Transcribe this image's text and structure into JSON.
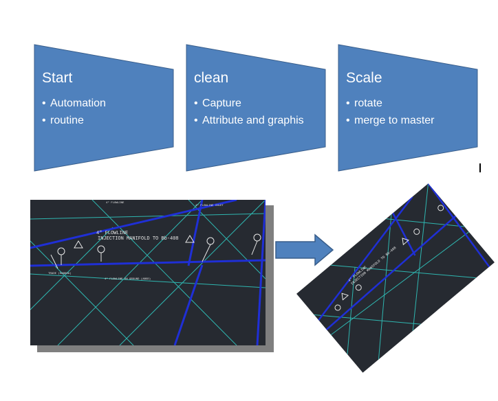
{
  "steps": [
    {
      "title": "Start",
      "items": [
        "Automation",
        "routine"
      ]
    },
    {
      "title": "clean",
      "items": [
        "Capture",
        "Attribute and graphis"
      ]
    },
    {
      "title": "Scale",
      "items": [
        "rotate",
        "merge to master"
      ]
    }
  ],
  "drawing": {
    "label_line1": "4\" FLOWLINE",
    "label_line2": "INJECTION MANIFOLD TO Bb-408",
    "top_label_1": "4\" FLOWLINE",
    "top_label_2": "4\" FLOWLINE INLET",
    "ground_label": "4\" FLOWLINE ON GROUND (ABGD)",
    "left_label": "TRADE (SABKHA)"
  },
  "rotated_drawing": {
    "label_line1": "4\" FLOWLINE",
    "label_line2": "INJECTION MANIFOLD TO Bb-408"
  },
  "colors": {
    "shape_fill": "#4f81bd",
    "shape_stroke": "#385d8a",
    "cad_background": "#262a31",
    "cad_grid": "#2fb7b1",
    "cad_pipe": "#1f2fd6",
    "arrow_fill": "#4f81bd"
  }
}
